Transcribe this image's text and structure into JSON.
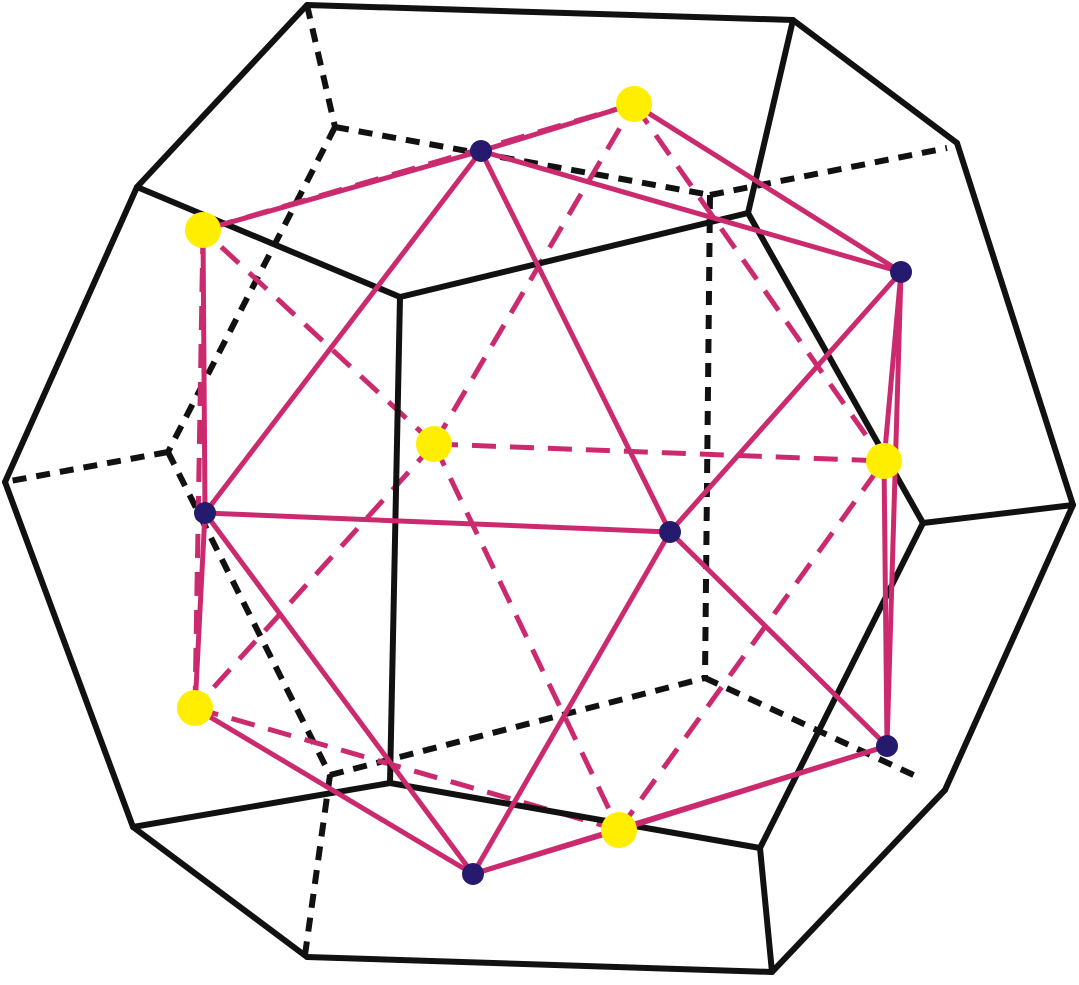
{
  "diagram": {
    "description_visible_text": "",
    "colors": {
      "background": "#ffffff",
      "outer_solid": "#111111",
      "outer_hidden": "#111111",
      "inner_solid": "#cc2a6e",
      "inner_hidden": "#cc2a6e",
      "vertex_front": "#261a6e",
      "vertex_back": "#ffee00"
    },
    "styles": {
      "outer_hidden_dash": "dotted-dash",
      "inner_hidden_dash": "dashed"
    },
    "vertex_groups": [
      {
        "name": "front-vertices",
        "color_key": "vertex_front",
        "count": 6
      },
      {
        "name": "back-vertices",
        "color_key": "vertex_back",
        "count": 6
      }
    ]
  }
}
